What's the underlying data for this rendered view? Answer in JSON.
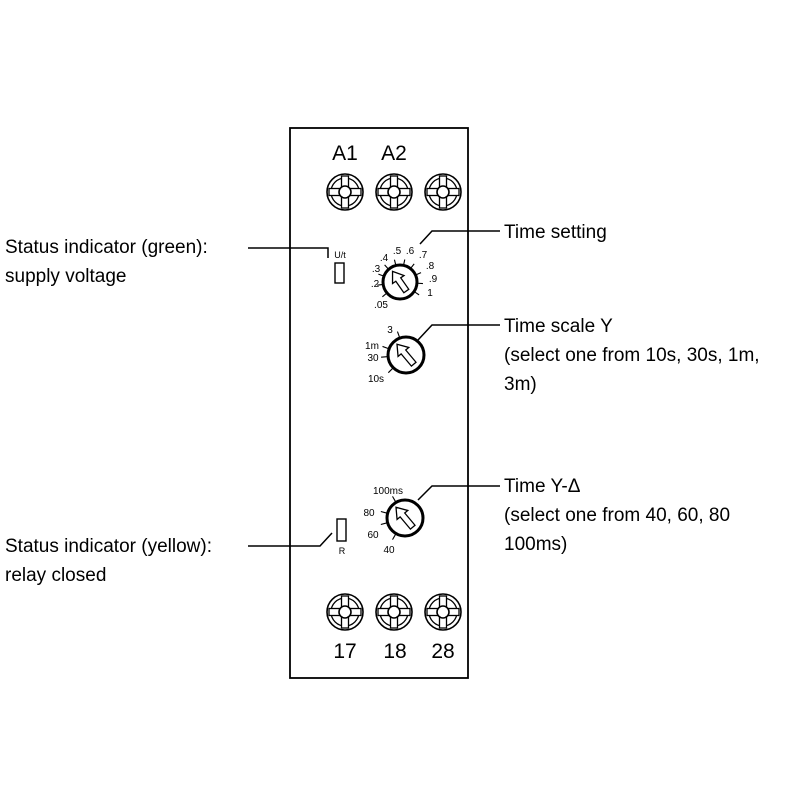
{
  "terminals": {
    "top": [
      "A1",
      "A2"
    ],
    "bottom": [
      "17",
      "18",
      "28"
    ]
  },
  "indicators": {
    "supply_label": "U/t",
    "relay_label": "R"
  },
  "dials": {
    "time_setting": [
      ".05",
      ".2",
      ".3",
      ".4",
      ".5",
      ".6",
      ".7",
      ".8",
      ".9",
      "1"
    ],
    "time_scale": [
      "3",
      "1m",
      "30",
      "10s"
    ],
    "time_ydelta": [
      "100ms",
      "80",
      "60",
      "40"
    ]
  },
  "callouts": {
    "status_green": [
      "Status indicator (green):",
      "supply voltage"
    ],
    "status_yellow": [
      "Status indicator (yellow):",
      "relay closed"
    ],
    "time_setting": [
      "Time setting"
    ],
    "time_scale": [
      "Time scale Y",
      "(select one from 10s, 30s, 1m,",
      "3m)"
    ],
    "time_ydelta": [
      "Time Y-Δ",
      "(select one from 40, 60, 80",
      "100ms)"
    ]
  }
}
